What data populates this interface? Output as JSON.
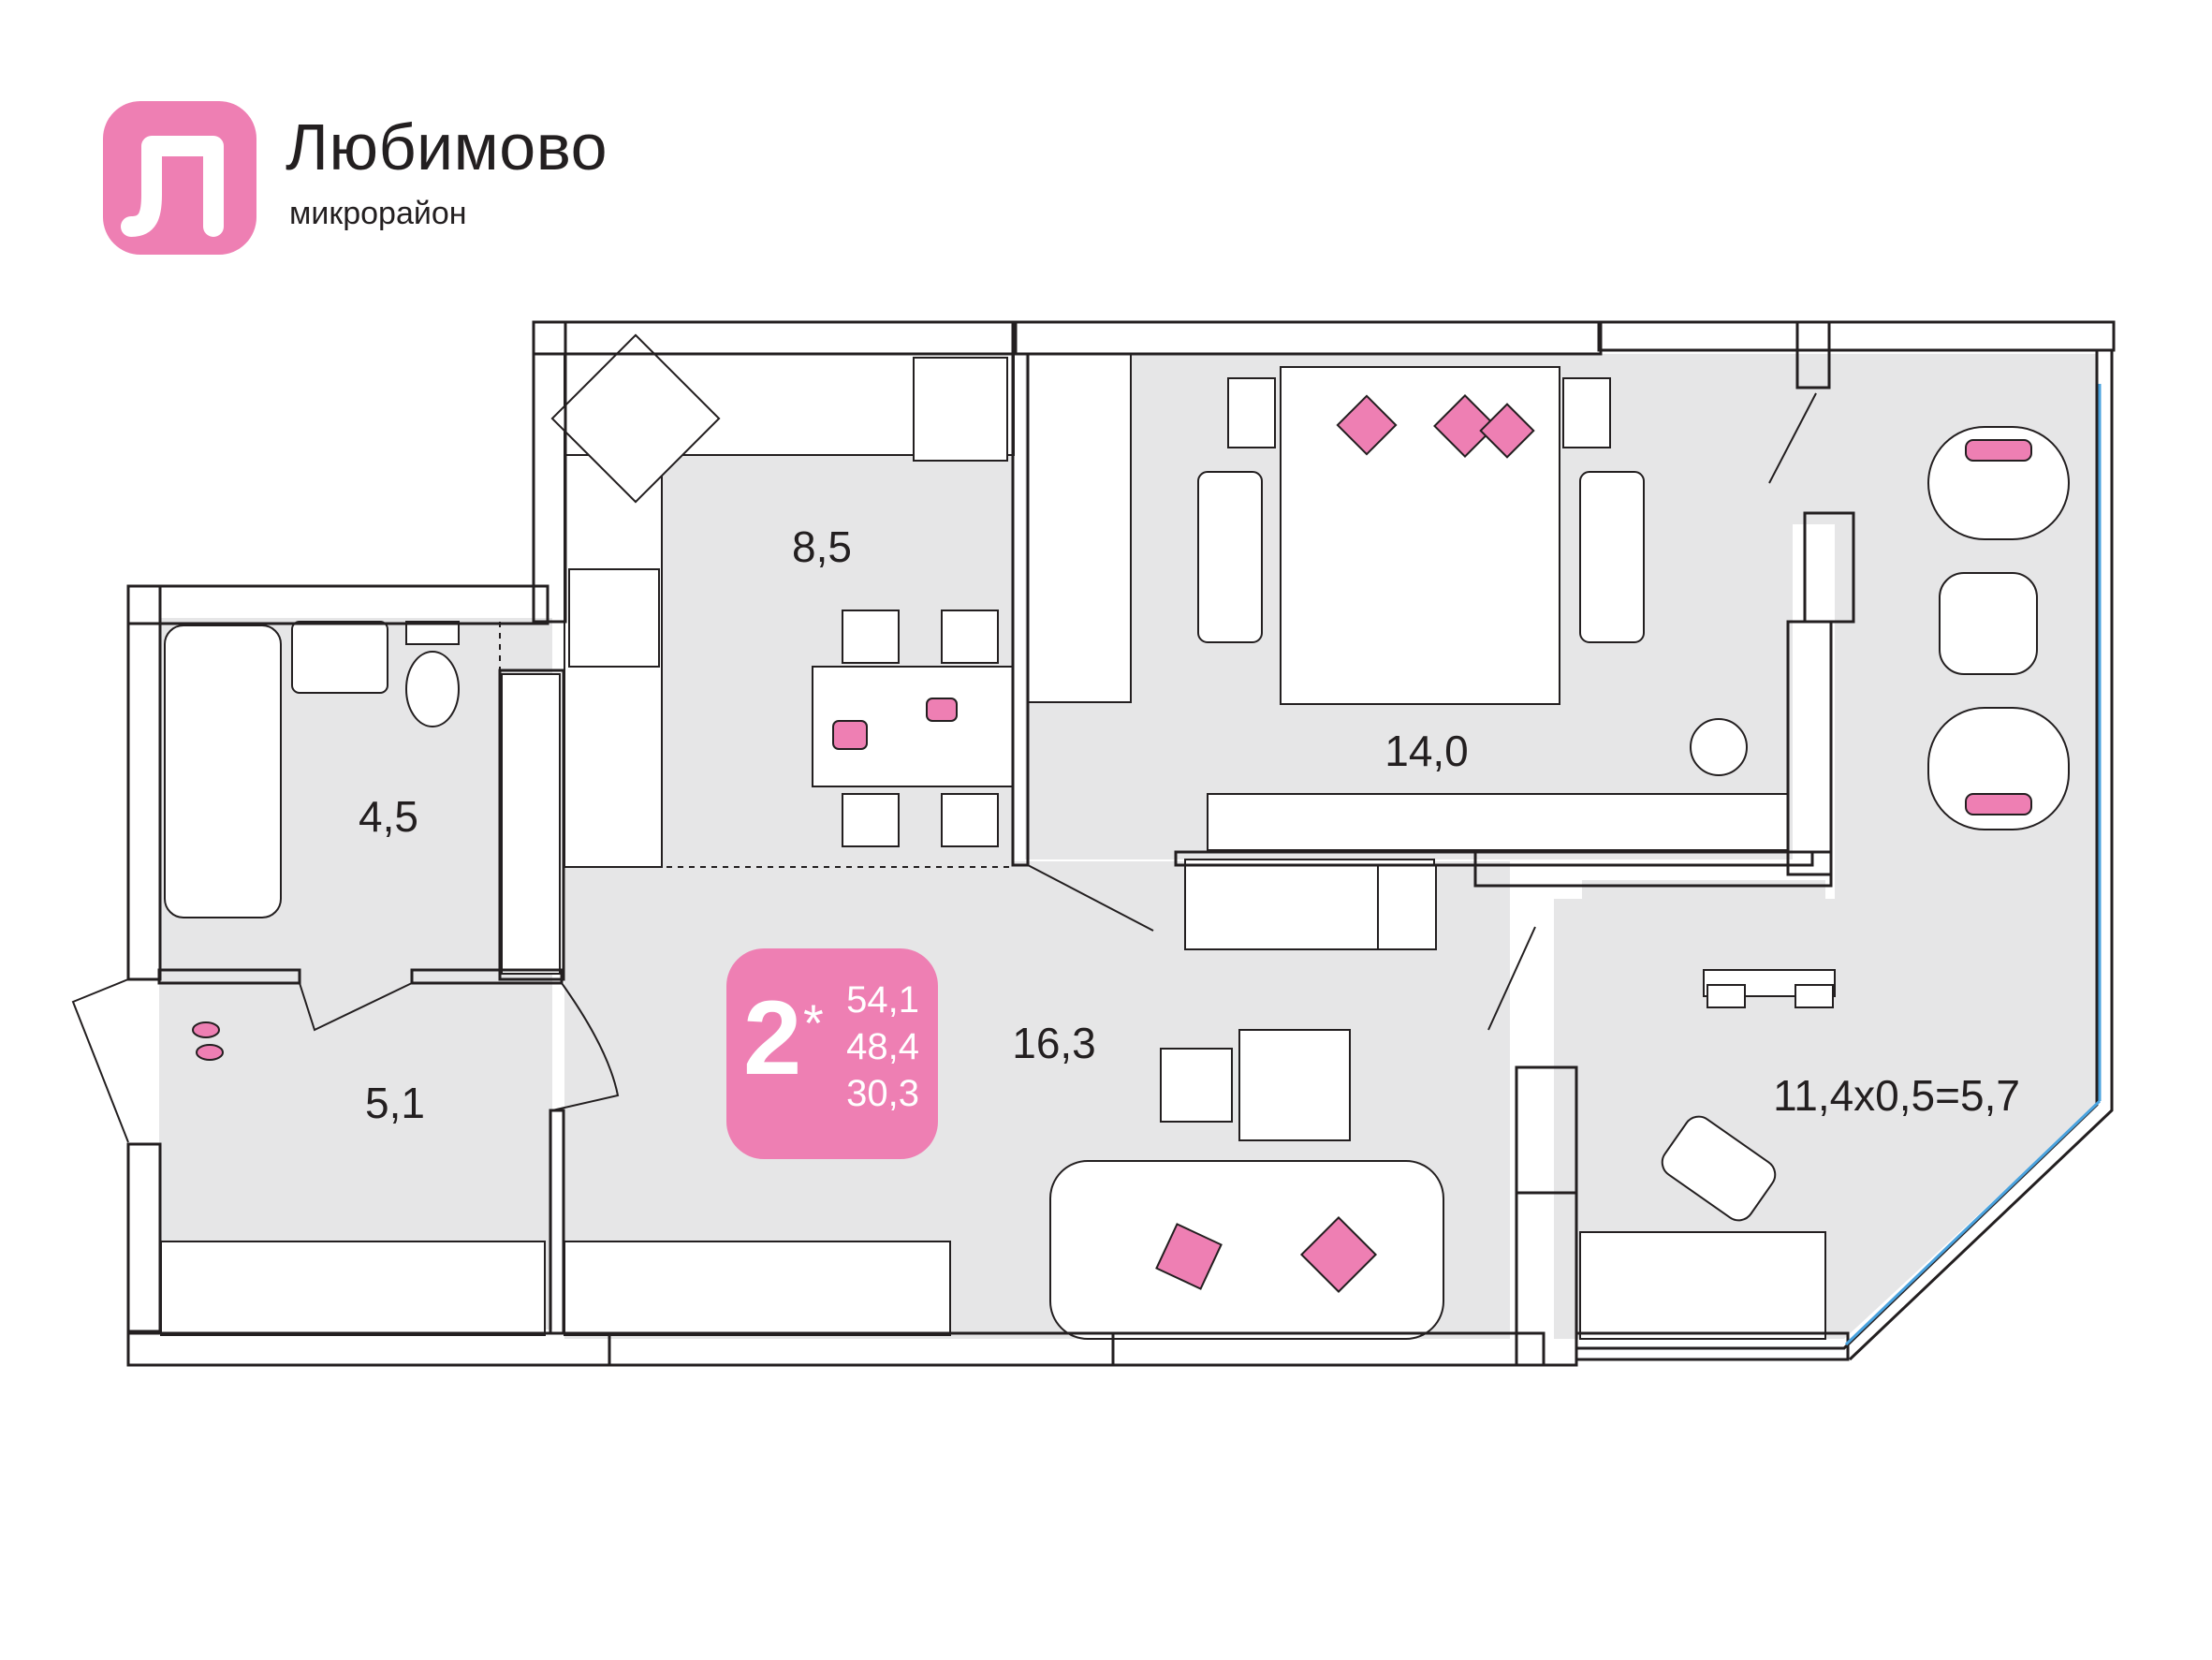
{
  "brand": {
    "name": "Любимово",
    "subtitle": "микрорайон",
    "logo_letter": "Л",
    "logo_color": "#ee7fb3"
  },
  "apartment": {
    "rooms": "2",
    "rooms_mark": "*",
    "total_area": "54,1",
    "living_area_incl": "48,4",
    "living_area": "30,3",
    "badge_color": "#ee7fb3"
  },
  "rooms": [
    {
      "id": "kitchen",
      "label": "8,5"
    },
    {
      "id": "bathroom",
      "label": "4,5"
    },
    {
      "id": "hallway",
      "label": "5,1"
    },
    {
      "id": "bedroom",
      "label": "14,0"
    },
    {
      "id": "living-room",
      "label": "16,3"
    },
    {
      "id": "loggia",
      "label": "11,4х0,5=5,7"
    }
  ],
  "colors": {
    "floor": "#e6e6e7",
    "wall": "#231f20",
    "accent": "#ee7fb3",
    "window": "#4aa3df"
  }
}
